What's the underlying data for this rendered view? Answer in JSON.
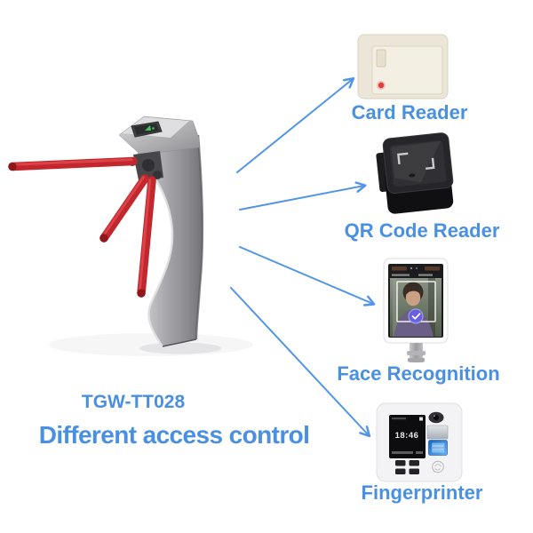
{
  "meta": {
    "accent_text_color": "#4a90e2",
    "arrow_color": "#5195e8",
    "turnstile_arm_color": "#c1272d",
    "background_color": "#ffffff"
  },
  "turnstile": {
    "model": "TGW-TT028",
    "headline": "Different access control",
    "image": "tripod-turnstile-with-three-red-arms"
  },
  "devices": [
    {
      "id": "card-reader",
      "label": "Card Reader"
    },
    {
      "id": "qr-code-reader",
      "label": "QR Code Reader"
    },
    {
      "id": "face-recognition",
      "label": "Face Recognition"
    },
    {
      "id": "fingerprinter",
      "label": "Fingerprinter",
      "screen_time": "18:46"
    }
  ]
}
